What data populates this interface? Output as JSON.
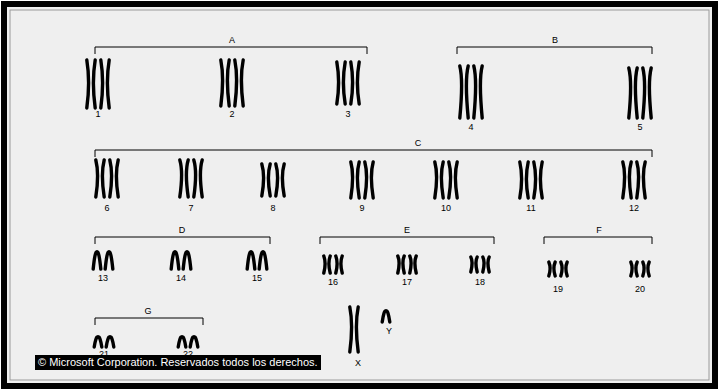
{
  "diagram": {
    "nodes": [
      {
        "text": [
          "© Microsoft Corporation. Reservados todos los derechos."
        ]
      }
    ],
    "labels": [
      "A",
      "1",
      "2",
      "3",
      "B",
      "4",
      "5",
      "C",
      "6",
      "7",
      "8",
      "9",
      "10",
      "11",
      "12",
      "D",
      "13",
      "14",
      "15",
      "E",
      "16",
      "17",
      "18",
      "F",
      "19",
      "20",
      "G",
      "21",
      "22",
      "X",
      "Y"
    ]
  }
}
